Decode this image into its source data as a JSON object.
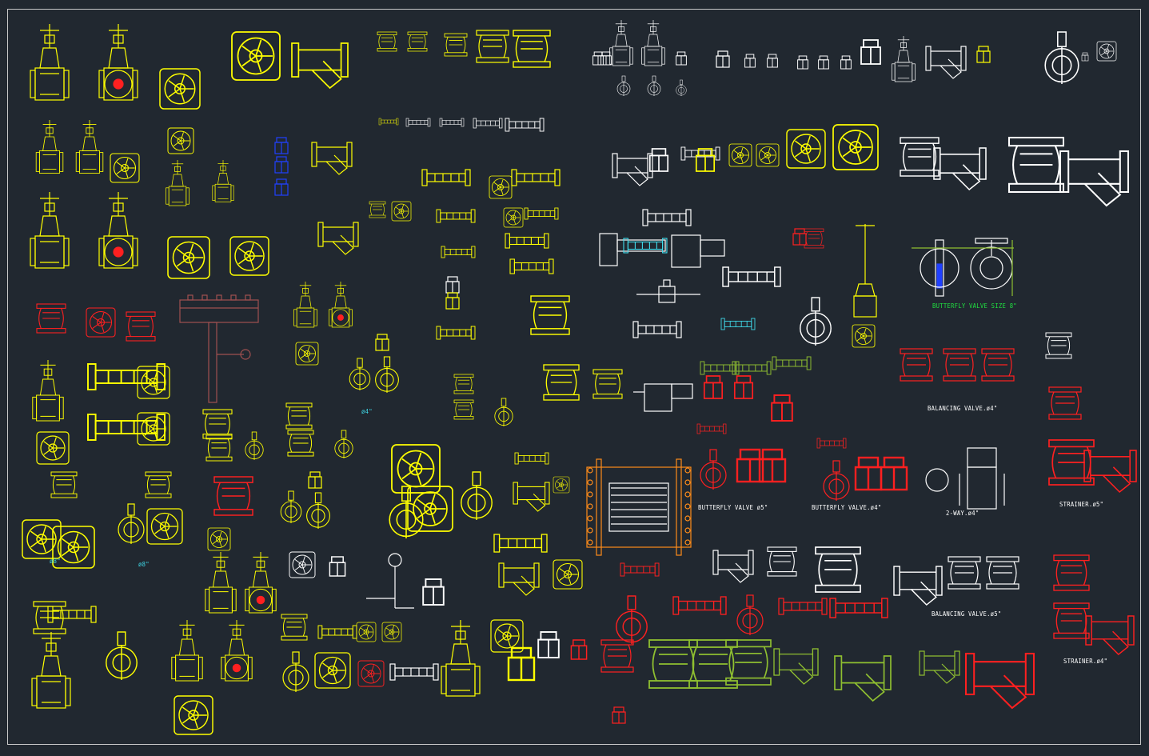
{
  "drawing": {
    "title": "",
    "colors": {
      "background": "#212830",
      "border": "#c8c8c8",
      "yellow": "#ffff00",
      "white": "#ffffff",
      "red": "#ff2020",
      "green": "#8fbf30",
      "orange": "#ff8c1a",
      "cyan": "#40e0f0",
      "blue": "#2040ff",
      "brown": "#a05050"
    }
  },
  "labels": {
    "size_8_left": "ø8\"",
    "size_8_right": "ø8\"",
    "size_4_mid": "ø4\"",
    "butterfly_8": "BUTTERFLY VALVE SIZE 8\"",
    "balancing_4": "BALANCING VALVE.ø4\"",
    "balancing_5": "BALANCING VALVE.ø5\"",
    "butterfly_5": "BUTTERFLY VALVE ø5\"",
    "butterfly_4": "BUTTERFLY VALVE.ø4\"",
    "two_way_4": "2-WAY.ø4\"",
    "strainer_5": "STRAINER.ø5\"",
    "strainer_4": "STRAINER.ø4\""
  },
  "symbols": [
    {
      "kind": "gate",
      "color": "yellow",
      "name": "gate-valve-large-1"
    },
    {
      "kind": "gate-flange",
      "color": "yellow",
      "name": "gate-valve-flanged-1"
    },
    {
      "kind": "wheel",
      "color": "yellow",
      "name": "handwheel-valve-1"
    },
    {
      "kind": "ystrainer",
      "color": "yellow",
      "name": "y-strainer-1"
    },
    {
      "kind": "spool",
      "color": "yellow",
      "name": "flanged-spool"
    },
    {
      "kind": "gate",
      "color": "white",
      "name": "gate-valve-white"
    },
    {
      "kind": "butterfly",
      "color": "white",
      "name": "butterfly-valve-white"
    },
    {
      "kind": "gate",
      "color": "red",
      "name": "gate-valve-red"
    },
    {
      "kind": "spool",
      "color": "red",
      "name": "flanged-spool-red"
    },
    {
      "kind": "ystrainer",
      "color": "red",
      "name": "strainer-red"
    },
    {
      "kind": "spool",
      "color": "green",
      "name": "flanged-spool-green"
    },
    {
      "kind": "expansion",
      "color": "orange",
      "name": "expansion-joint-orange"
    }
  ]
}
